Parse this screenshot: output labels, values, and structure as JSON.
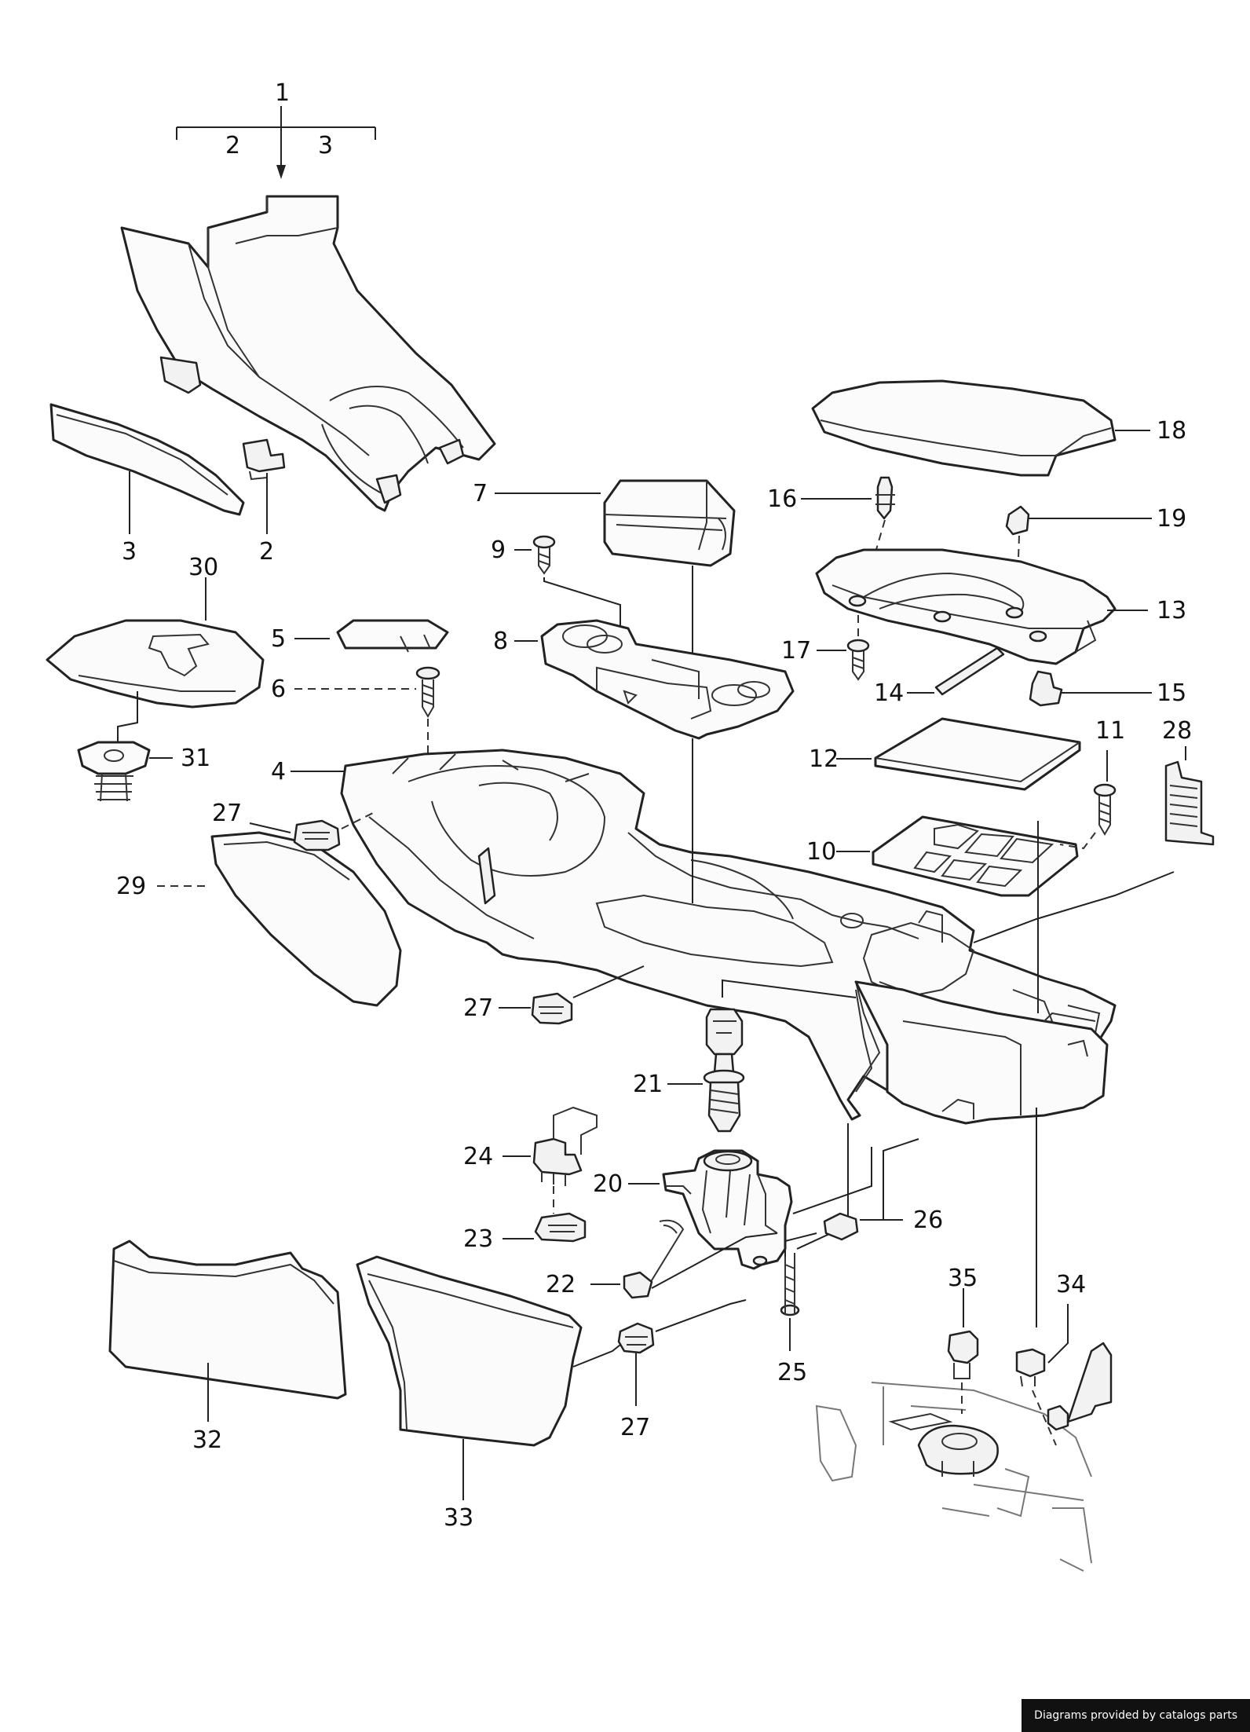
{
  "labels": {
    "l1": "1",
    "l2": "2",
    "l3": "3",
    "l4": "4",
    "l5": "5",
    "l6": "6",
    "l7": "7",
    "l8": "8",
    "l9": "9",
    "l10": "10",
    "l11": "11",
    "l12": "12",
    "l13": "13",
    "l14": "14",
    "l15": "15",
    "l16": "16",
    "l17": "17",
    "l18": "18",
    "l19": "19",
    "l20": "20",
    "l21": "21",
    "l22": "22",
    "l23": "23",
    "l24": "24",
    "l25": "25",
    "l26": "26",
    "l27": "27",
    "l28": "28",
    "l29": "29",
    "l30": "30",
    "l31": "31",
    "l32": "32",
    "l33": "33",
    "l34": "34",
    "l35": "35"
  },
  "credit": "Diagrams provided by catalogs parts",
  "colors": {
    "ink": "#222222",
    "paper": "#ffffff",
    "credit_bg": "#111111"
  }
}
